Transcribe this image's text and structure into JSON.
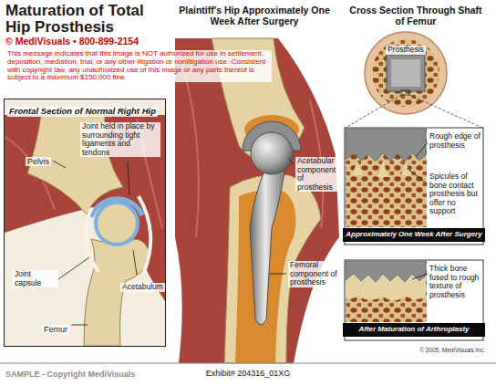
{
  "diagram": {
    "title": "Maturation of Total Hip Prosthesis",
    "caption": "Exhibit# 204316_01XG",
    "nodes": [
      {
        "text": [
          "Frontal Section of Normal Right Hip"
        ]
      },
      {
        "text": [
          "Approximately One Week After Surgery"
        ]
      },
      {
        "text": [
          "After Maturation of Arthroplasty"
        ]
      }
    ],
    "labels": [
      "© MediVisuals • 800-899-2154",
      "This message indicates that this image is NOT authorized for use in settlement, deposition, mediation, trial, or any other litigation or nonlitigation use. Consistent with copyright law, any unauthorized use of this image or any parts thereof is subject to a maximum $150,000 fine.",
      "Pelvis",
      "Joint held in place by surrounding tight ligaments and tendons",
      "Acetabulum",
      "Joint capsule",
      "Femur",
      "Plaintiff's Hip Approximately One Week After Surgery",
      "Acetabular component of prosthesis",
      "Femoral component of prosthesis",
      "Cross Section Through Shaft of Femur",
      "Prosthesis",
      "Rough edge of prosthesis",
      "Spicules of bone contact prosthesis but offer no support",
      "Thick bone fused to rough texture of prosthesis",
      "© 2005, MediVisuals Inc.",
      "SAMPLE - Copyright MediVisuals"
    ]
  }
}
